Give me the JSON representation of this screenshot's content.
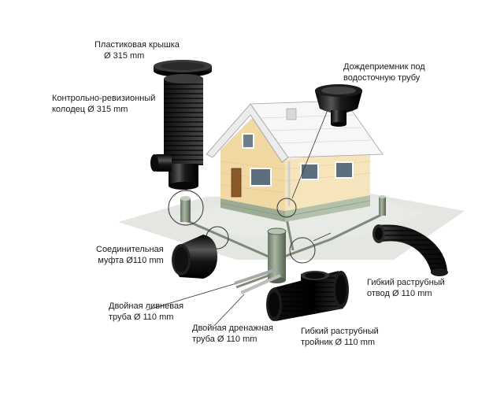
{
  "labels": {
    "cover": {
      "line1": "Пластиковая крышка",
      "line2": "Ø 315 mm"
    },
    "well": {
      "line1": "Контрольно-ревизионный",
      "line2": "колодец  Ø 315 mm"
    },
    "rain_inlet": {
      "line1": "Дождеприемник под",
      "line2": "водосточную трубу"
    },
    "coupling": {
      "line1": "Соединительная",
      "line2": "муфта Ø110 mm"
    },
    "storm_pipe": {
      "line1": "Двойная ливневая",
      "line2": "труба  Ø 110 mm"
    },
    "drain_pipe": {
      "line1": "Двойная дренажная",
      "line2": "труба  Ø 110 mm"
    },
    "flex_tee": {
      "line1": "Гибкий раструбный",
      "line2": "тройник Ø 110 mm"
    },
    "flex_bend": {
      "line1": "Гибкий раструбный",
      "line2": "отвод  Ø 110 mm"
    }
  },
  "colors": {
    "pipe": "#111111",
    "pipe_highlight": "#4a4a4a",
    "wall": "#f1d9a6",
    "roof": "#f7f7f7",
    "foundation": "#a9b79f",
    "ground": "#d9ddd6"
  }
}
